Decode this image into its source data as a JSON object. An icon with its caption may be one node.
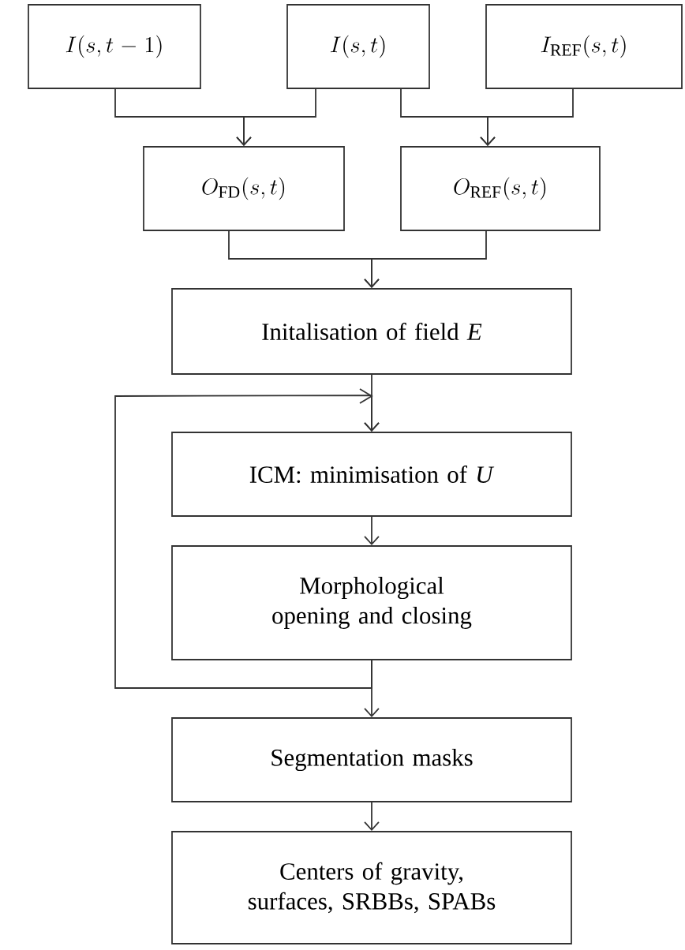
{
  "diagram": {
    "nodes": [
      {
        "text": [
          "I(s,t-1)"
        ]
      },
      {
        "text": [
          "I(s,t)"
        ]
      },
      {
        "text": [
          "I_{\\mathrm{REF}}(s,t)"
        ]
      },
      {
        "text": [
          "O_{\\mathrm{FD}}(s,t)"
        ]
      },
      {
        "text": [
          "O_{\\mathrm{REF}}(s,t)"
        ]
      },
      {
        "text": [
          "Initalisation of field *E*"
        ]
      },
      {
        "text": [
          "ICM: minimisation of *U*"
        ]
      },
      {
        "text": [
          "Morphological opening and closing"
        ]
      },
      {
        "text": [
          "Segmentation masks"
        ]
      },
      {
        "text": [
          "Centers of gravity, surfaces, SRBBs, SPABs"
        ]
      }
    ],
    "edges": [
      {
        "from": 0,
        "to": 3,
        "arrow": "to"
      },
      {
        "from": 1,
        "to": 3,
        "arrow": "to"
      },
      {
        "from": 1,
        "to": 4,
        "arrow": "to"
      },
      {
        "from": 2,
        "to": 4,
        "arrow": "to"
      },
      {
        "from": 3,
        "to": 5,
        "arrow": "to"
      },
      {
        "from": 4,
        "to": 5,
        "arrow": "to"
      },
      {
        "from": 5,
        "to": 6,
        "arrow": "to"
      },
      {
        "from": 6,
        "to": 7,
        "arrow": "to"
      },
      {
        "from": 7,
        "to": 6,
        "arrow": "to"
      },
      {
        "from": 7,
        "to": 8,
        "arrow": "to"
      },
      {
        "from": 8,
        "to": 9,
        "arrow": "to"
      }
    ]
  }
}
